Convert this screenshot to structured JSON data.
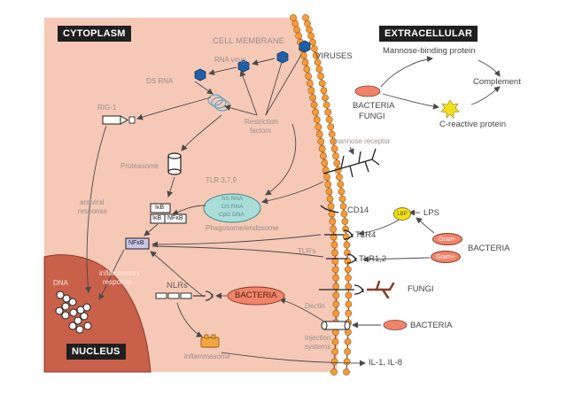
{
  "regions": {
    "cytoplasm": "CYTOPLASM",
    "extracellular": "EXTRACELLULAR",
    "nucleus": "NUCLEUS",
    "cell_membrane": "CELL MEMBRANE"
  },
  "extracellular": {
    "viruses": "VIRUSES",
    "mannose_binding_protein": "Mannose-binding protein",
    "complement": "Complement",
    "bacteria_fungi_1": "BACTERIA",
    "bacteria_fungi_2": "FUNGI",
    "c_reactive_protein": "C-reactive protein",
    "mannose_receptor": "mannose receptor",
    "lps": "LPS",
    "lbp": "LBP",
    "gram_neg": "Gram-",
    "gram_pos": "Gram+",
    "bacteria_right": "BACTERIA",
    "fungi_right": "FUNGI",
    "bacteria_bottom": "BACTERIA",
    "il": "IL-1, IL-8"
  },
  "receptors": {
    "cd14": "CD14",
    "tlr4": "TLR4",
    "tlr12": "TLR1,2",
    "tlrs": "TLR's",
    "dectin": "Dectin",
    "injection_systems_1": "injection",
    "injection_systems_2": "systems"
  },
  "cytoplasm": {
    "rna_virus": "RNA virus",
    "ds_rna": "DS RNA",
    "rig1": "RIG-1",
    "restriction_factors_1": "Restriction",
    "restriction_factors_2": "factors",
    "proteasome": "Proteasome",
    "tlr379": "TLR 3,7,9",
    "phagosome_lines": [
      "SS RNA",
      "DS RNA",
      "CpG DNA"
    ],
    "phagosome_endosome": "Phagosome/endosome",
    "ikb_1": "IκB",
    "ikb_2": "IκB",
    "nfkb_1": "NFκB",
    "nfkb_2": "NFκB",
    "antiviral_response_1": "antiviral",
    "antiviral_response_2": "response",
    "inflammatory_response_1": "inflammatory",
    "inflammatory_response_2": "response",
    "dna": "DNA",
    "nlrs": "NLRs",
    "bacteria_inside": "BACTERIA",
    "inflammasome": "inflammasome"
  }
}
